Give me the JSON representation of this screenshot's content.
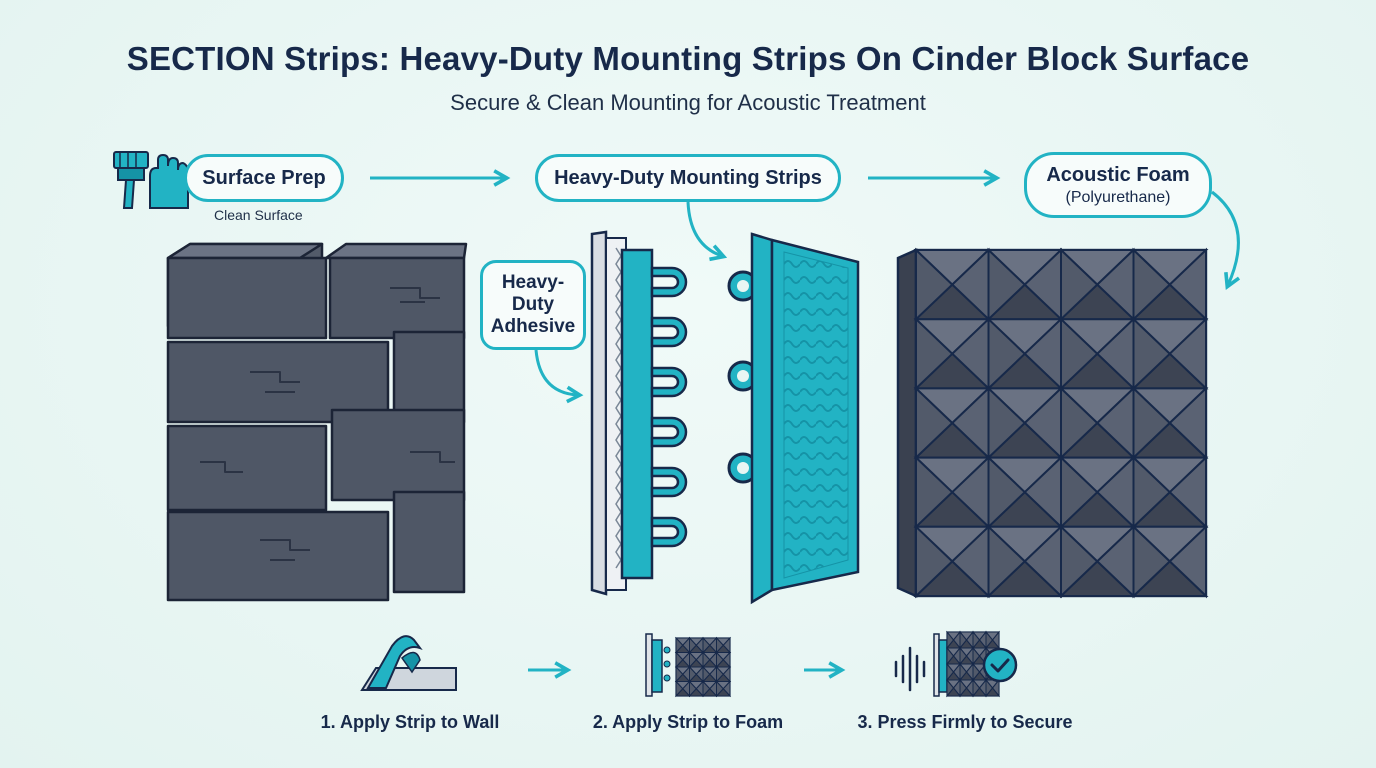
{
  "header": {
    "title": "SECTION Strips: Heavy-Duty Mounting Strips On Cinder Block Surface",
    "subtitle": "Secure & Clean Mounting for Acoustic Treatment"
  },
  "top_flow": {
    "surface_prep": {
      "label": "Surface Prep",
      "caption": "Clean Surface"
    },
    "mounting_strips": {
      "label": "Heavy-Duty Mounting Strips"
    },
    "acoustic_foam": {
      "label": "Acoustic Foam",
      "sub": "(Polyurethane)"
    }
  },
  "adhesive_callout": {
    "label": "Heavy-Duty Adhesive"
  },
  "steps": [
    {
      "label": "1. Apply Strip to Wall"
    },
    {
      "label": "2. Apply Strip to Foam"
    },
    {
      "label": "3. Press Firmly to Secure"
    }
  ],
  "colors": {
    "accent": "#22b3c4",
    "navy": "#17294a",
    "block": "#4f5766",
    "foam": "#4d5565",
    "background": "#e8f6f3"
  }
}
